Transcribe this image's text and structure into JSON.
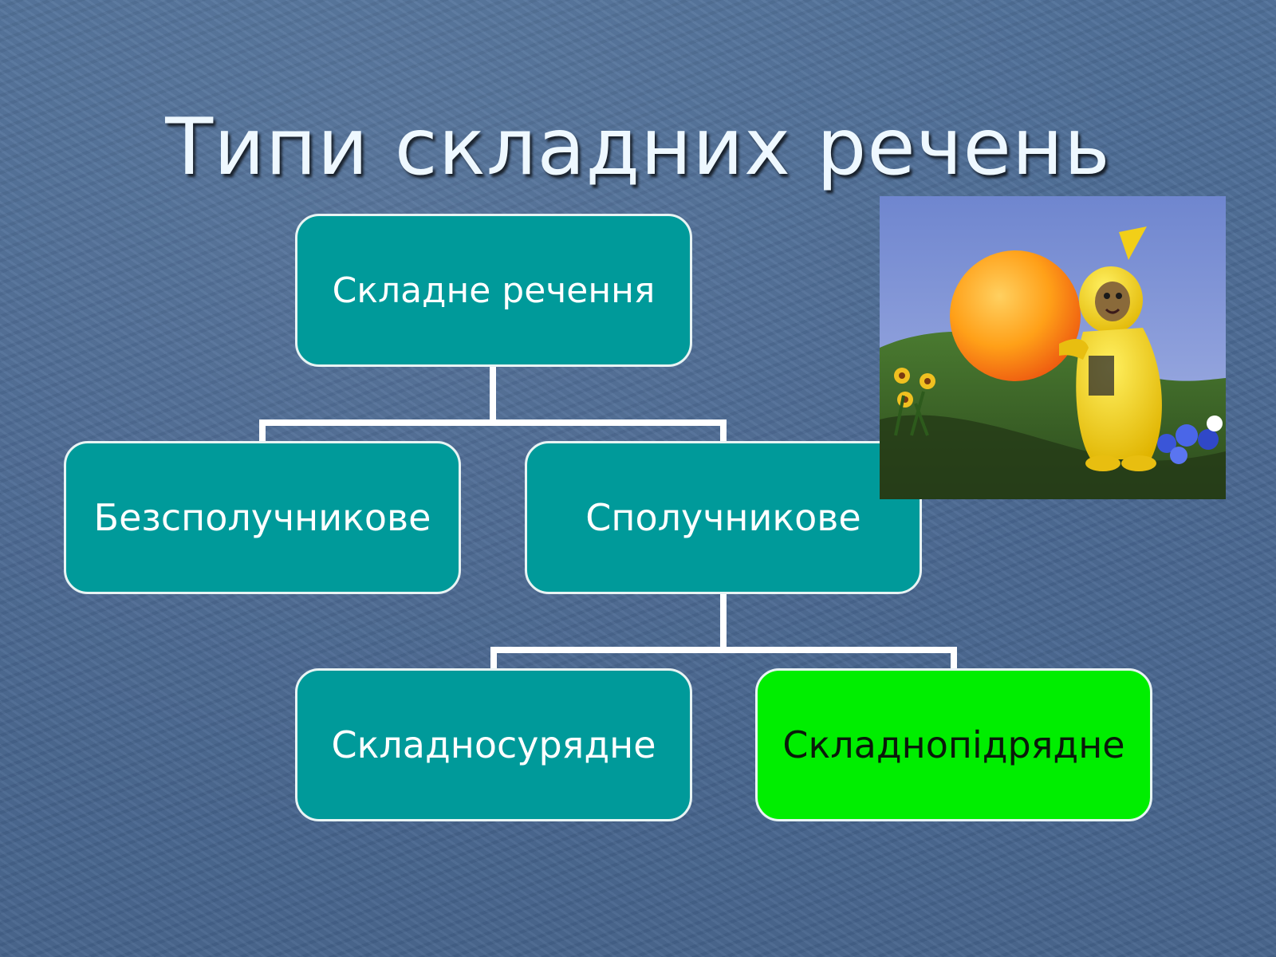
{
  "slide": {
    "title": "Типи складних речень"
  },
  "diagram": {
    "type": "hierarchy",
    "nodes": [
      {
        "id": "root",
        "label": "Складне речення",
        "color": "#009a9a"
      },
      {
        "id": "asyn",
        "label": "Безсполучникове",
        "color": "#009a9a",
        "parent": "root"
      },
      {
        "id": "syn",
        "label": "Сполучникове",
        "color": "#009a9a",
        "parent": "root"
      },
      {
        "id": "coord",
        "label": "Складносурядне",
        "color": "#009a9a",
        "parent": "syn"
      },
      {
        "id": "sub",
        "label": "Складнопідрядне",
        "color": "#00ee00",
        "parent": "syn"
      }
    ],
    "connector_color": "#ffffff"
  },
  "image": {
    "subject": "yellow teletubby holding orange ball",
    "colors": {
      "sky": "#8aa0d8",
      "hill": "#3f6b2a",
      "character": "#f4d21a",
      "ball": "#ff9a10"
    }
  }
}
